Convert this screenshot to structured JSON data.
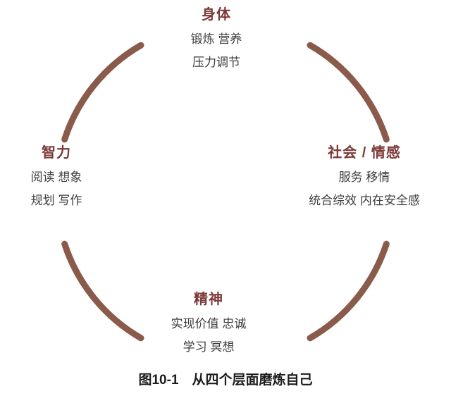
{
  "diagram": {
    "caption": "图10-1　从四个层面磨炼自己",
    "colors": {
      "arc": "#8a5b4a",
      "heading": "#7b3a38",
      "body_text": "#3d3d3d",
      "caption_text": "#1d1d1d"
    },
    "quadrants": {
      "top": {
        "title": "身体",
        "lines": [
          "锻炼 营养",
          "压力调节"
        ]
      },
      "left": {
        "title": "智力",
        "lines": [
          "阅读 想象",
          "规划 写作"
        ]
      },
      "right": {
        "title": "社会 / 情感",
        "lines": [
          "服务 移情",
          "统合综效 内在安全感"
        ]
      },
      "bottom": {
        "title": "精神",
        "lines": [
          "实现价值 忠诚",
          "学习 冥想"
        ]
      }
    }
  }
}
